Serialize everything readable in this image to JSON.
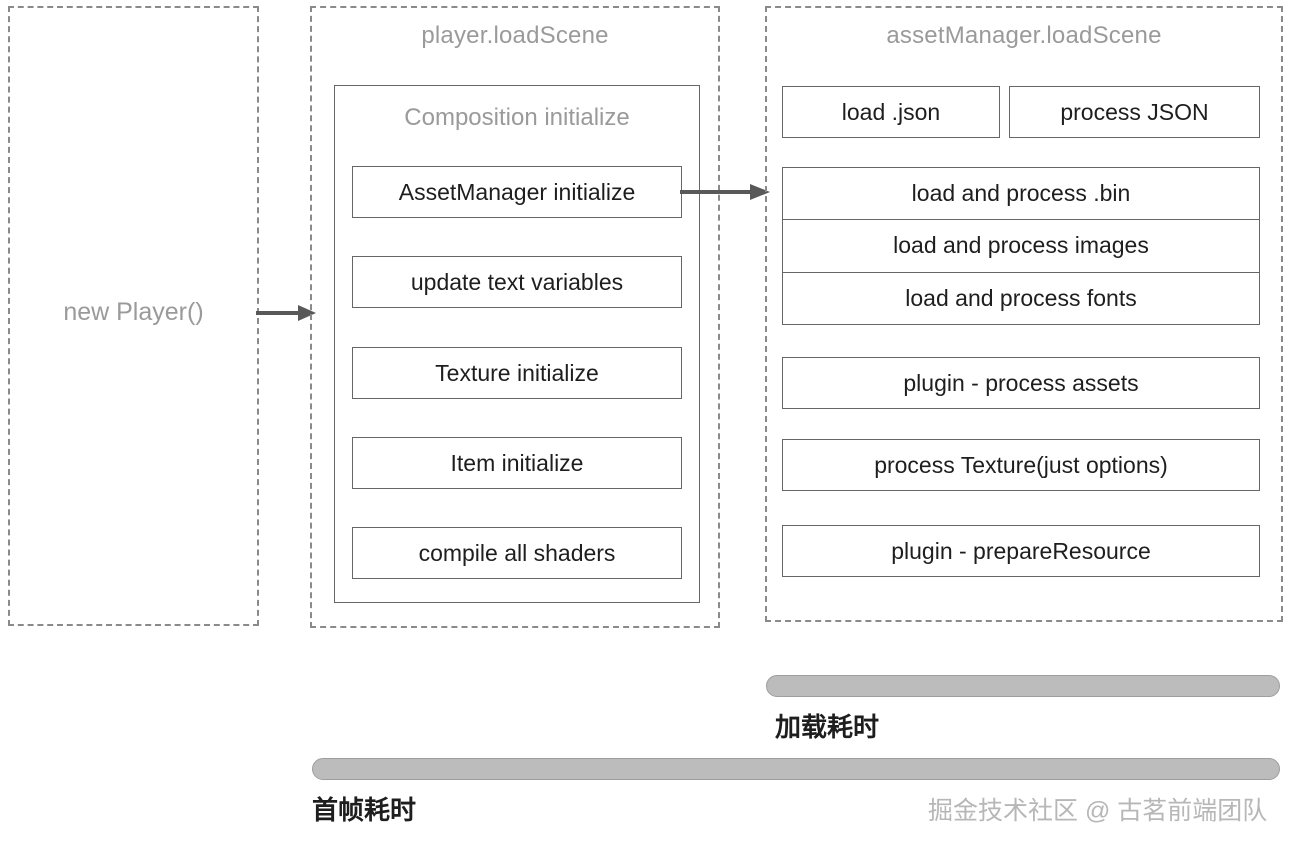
{
  "diagram": {
    "lanes": [
      {
        "id": "player",
        "title": "",
        "center_label": "new Player()"
      },
      {
        "id": "loadscene",
        "title": "player.loadScene",
        "inner_group_title": "Composition initialize",
        "steps": [
          "AssetManager initialize",
          "update text variables",
          "Texture initialize",
          "Item initialize",
          "compile all shaders"
        ]
      },
      {
        "id": "assetmanager",
        "title": "assetManager.loadScene",
        "top_row": [
          "load .json",
          "process JSON"
        ],
        "stacked_group": [
          "load and process .bin",
          "load and process images",
          "load and process fonts"
        ],
        "steps": [
          "plugin - process assets",
          "process Texture(just options)",
          "plugin - prepareResource"
        ]
      }
    ],
    "arrows": [
      {
        "name": "player-to-loadscene",
        "from": "new Player()",
        "to": "player.loadScene"
      },
      {
        "name": "assetmanager-initialize-to-loadscene",
        "from": "AssetManager initialize",
        "to": "assetManager.loadScene"
      }
    ],
    "timings": [
      {
        "id": "load",
        "label": "加载耗时"
      },
      {
        "id": "first-frame",
        "label": "首帧耗时"
      }
    ],
    "watermark": "掘金技术社区 @ 古茗前端团队",
    "colors": {
      "dashed_border": "#8a8a8a",
      "solid_border": "#666666",
      "muted_text": "#9a9a9a",
      "body_text": "#1e1e1e",
      "bar_fill": "#bcbcbc",
      "bar_border": "#9e9e9e",
      "watermark_text": "#b7b7b7",
      "background": "#ffffff"
    }
  }
}
